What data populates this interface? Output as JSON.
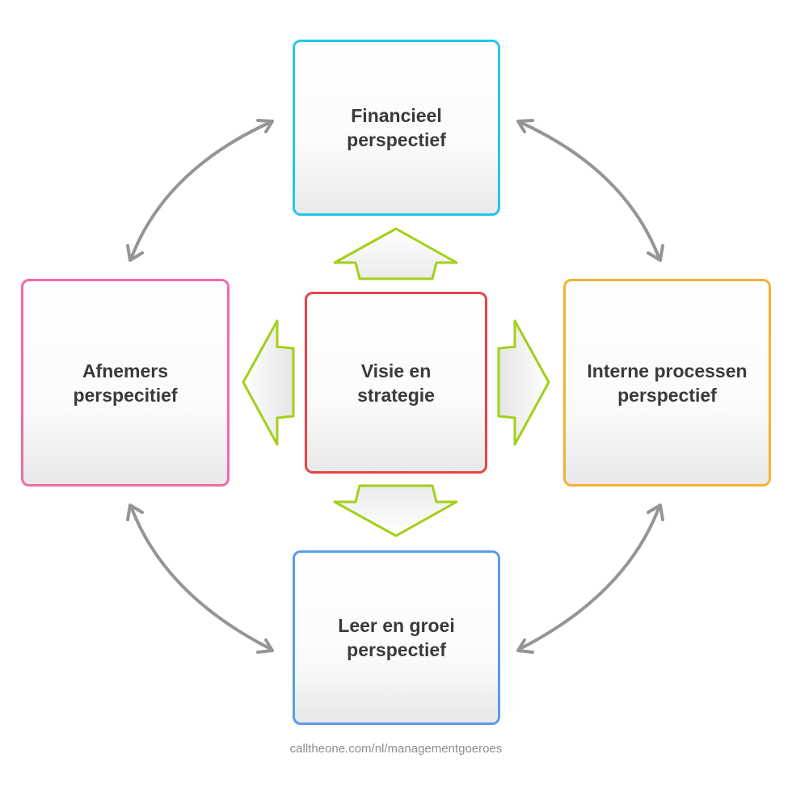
{
  "boxes": {
    "financial": {
      "label": "Financieel\nperspectief",
      "color": "#25c6e8"
    },
    "customer": {
      "label": "Afnemers\nperspecitief",
      "color": "#f26aa7"
    },
    "vision": {
      "label": "Visie en\nstrategie",
      "color": "#e64545"
    },
    "internal": {
      "label": "Interne processen\nperspectief",
      "color": "#f6b136"
    },
    "learning": {
      "label": "Leer en groei\nperspectief",
      "color": "#5e9ae8"
    }
  },
  "arrow_color": "#a3cf19",
  "connector_color": "#959595",
  "footer": "calltheone.com/nl/managementgoeroes"
}
